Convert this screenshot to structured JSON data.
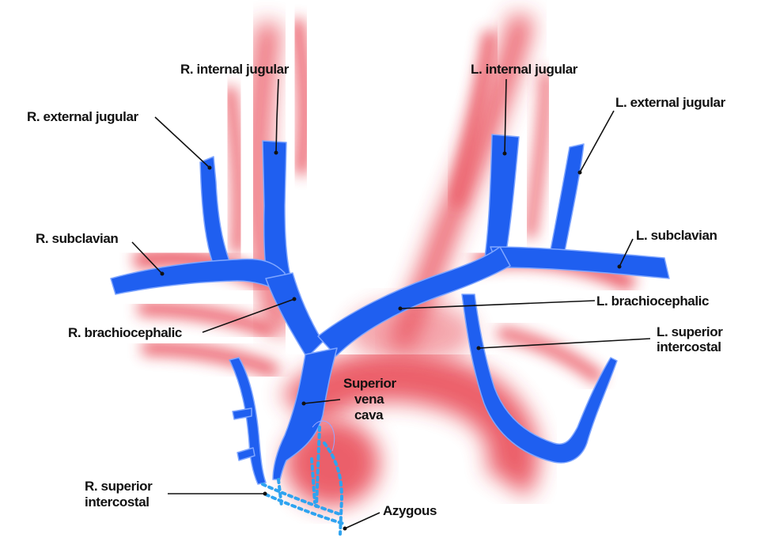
{
  "colors": {
    "vein": "#1f5ff0",
    "vein_outline": "#7fa6ff",
    "artery_glow": "#e6333f",
    "dotted_vessel": "#2ea3f0",
    "label_text": "#111111",
    "background": "#ffffff"
  },
  "labels": {
    "r_internal_jugular": "R. internal jugular",
    "l_internal_jugular": "L. internal jugular",
    "r_external_jugular": "R. external jugular",
    "l_external_jugular": "L. external jugular",
    "r_subclavian": "R. subclavian",
    "l_subclavian": "L. subclavian",
    "l_brachiocephalic": "L. brachiocephalic",
    "r_brachiocephalic": "R. brachiocephalic",
    "l_superior_intercostal_line1": "L. superior",
    "l_superior_intercostal_line2": "intercostal",
    "svc_line1": "Superior",
    "svc_line2": "vena",
    "svc_line3": "cava",
    "r_superior_intercostal_line1": "R. superior",
    "r_superior_intercostal_line2": "intercostal",
    "azygous": "Azygous"
  }
}
